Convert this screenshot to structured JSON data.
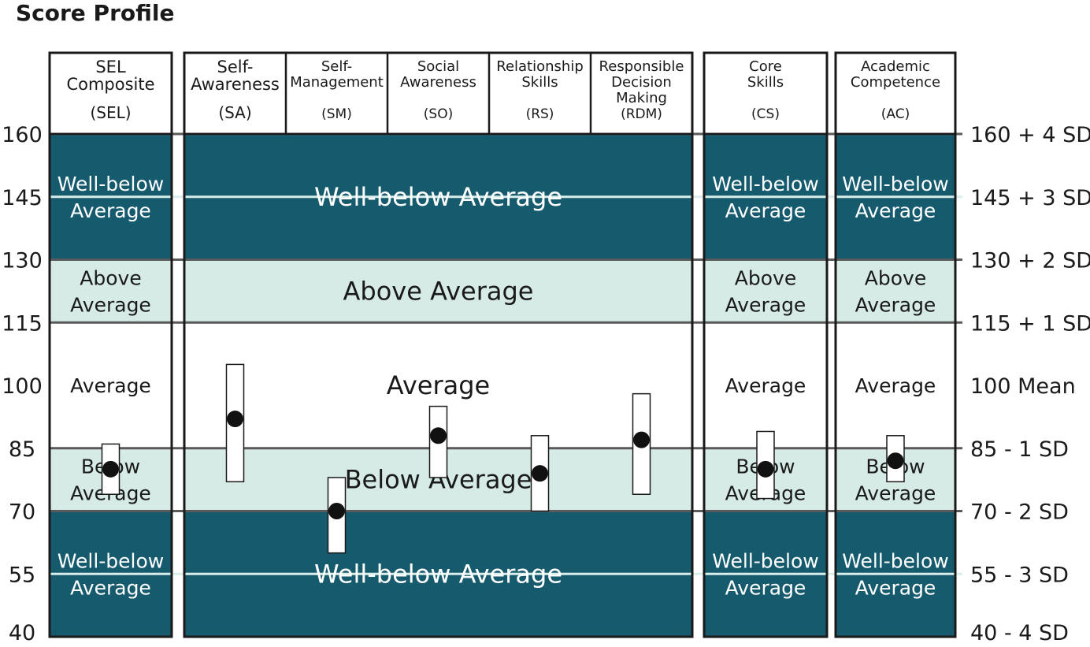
{
  "title": "Score Profile",
  "colors": {
    "dark_band": "#165a6e",
    "light_band": "#d6ebe6",
    "mid_band": "#ffffff",
    "major_line": "#5a5a5a",
    "minor_line": "#d9eeea",
    "border": "#1a1a1a",
    "marker": "#111111"
  },
  "chart_data": {
    "type": "scatter",
    "ylim": [
      40,
      160
    ],
    "left_ticks": [
      "160",
      "145",
      "130",
      "115",
      "100",
      "85",
      "70",
      "55",
      "40"
    ],
    "right_ticks": [
      "160 + 4 SD",
      "145 + 3 SD",
      "130 + 2 SD",
      "115 + 1 SD",
      "100 Mean",
      "85 - 1 SD",
      "70 - 2 SD",
      "55 - 3 SD",
      "40 - 4 SD"
    ],
    "tick_values": [
      160,
      145,
      130,
      115,
      100,
      85,
      70,
      55,
      40
    ],
    "bands": [
      {
        "min": 130,
        "max": 160,
        "tone": "dark",
        "label": "Well-below Average",
        "short": [
          "Well-below",
          "Average"
        ]
      },
      {
        "min": 115,
        "max": 130,
        "tone": "light",
        "label": "Above Average",
        "short": [
          "Above",
          "Average"
        ]
      },
      {
        "min": 85,
        "max": 115,
        "tone": "white",
        "label": "Average",
        "short": [
          "Average"
        ]
      },
      {
        "min": 70,
        "max": 85,
        "tone": "light",
        "label": "Below Average",
        "short": [
          "Below",
          "Average"
        ]
      },
      {
        "min": 40,
        "max": 70,
        "tone": "dark",
        "label": "Well-below Average",
        "short": [
          "Well-below",
          "Average"
        ]
      }
    ],
    "panels": [
      {
        "id": "sel",
        "columns": [
          {
            "name": [
              "SEL",
              "Composite"
            ],
            "abbr": "(SEL)",
            "score": 80,
            "low": 74,
            "high": 86
          }
        ]
      },
      {
        "id": "sub",
        "columns": [
          {
            "name": [
              "Self-",
              "Awareness"
            ],
            "abbr": "(SA)",
            "score": 92,
            "low": 77,
            "high": 105
          },
          {
            "name": [
              "Self-",
              "Management"
            ],
            "abbr": "(SM)",
            "score": 70,
            "low": 60,
            "high": 78
          },
          {
            "name": [
              "Social",
              "Awareness"
            ],
            "abbr": "(SO)",
            "score": 88,
            "low": 78,
            "high": 95
          },
          {
            "name": [
              "Relationship",
              "Skills"
            ],
            "abbr": "(RS)",
            "score": 79,
            "low": 70,
            "high": 88
          },
          {
            "name": [
              "Responsible",
              "Decision",
              "Making"
            ],
            "abbr": "(RDM)",
            "score": 87,
            "low": 74,
            "high": 98
          }
        ]
      },
      {
        "id": "cs",
        "columns": [
          {
            "name": [
              "Core",
              "Skills"
            ],
            "abbr": "(CS)",
            "score": 80,
            "low": 73,
            "high": 89
          }
        ]
      },
      {
        "id": "ac",
        "columns": [
          {
            "name": [
              "Academic",
              "Competence"
            ],
            "abbr": "(AC)",
            "score": 82,
            "low": 77,
            "high": 88
          }
        ]
      }
    ]
  }
}
